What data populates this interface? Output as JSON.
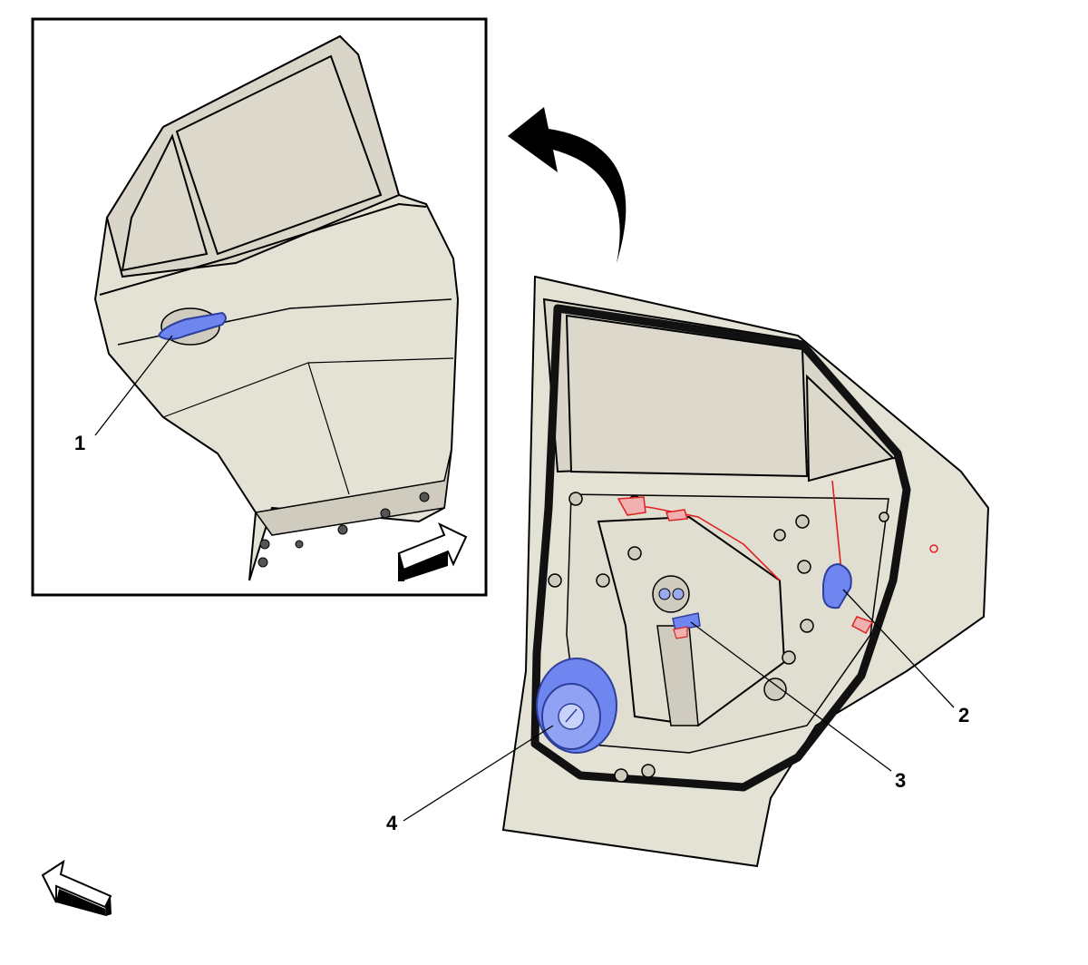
{
  "diagram": {
    "views": [
      {
        "id": "inset",
        "description_label": "",
        "callouts": [
          "1"
        ]
      },
      {
        "id": "main",
        "callouts": [
          "2",
          "3",
          "4"
        ]
      }
    ],
    "callouts": [
      {
        "id": "1",
        "label": "1",
        "target": "exterior-door-handle"
      },
      {
        "id": "2",
        "label": "2",
        "target": "door-lock-latch"
      },
      {
        "id": "3",
        "label": "3",
        "target": "window-regulator-clip"
      },
      {
        "id": "4",
        "label": "4",
        "target": "door-speaker"
      }
    ],
    "colors": {
      "panel_fill": "#e4e1d5",
      "glass_fill": "#dcd9cc",
      "outline": "#000000",
      "highlight_blue": "#6f86f0",
      "highlight_red": "#e02020",
      "frame": "#000000"
    }
  }
}
